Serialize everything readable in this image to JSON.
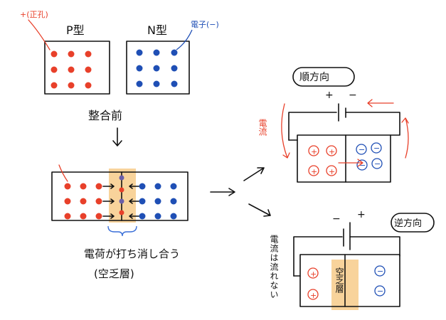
{
  "labels": {
    "hole": "+(正孔)",
    "p_type": "P型",
    "n_type": "N型",
    "electron": "電子(−)",
    "before_junction": "整合前",
    "cancel": "電荷が打ち消し合う",
    "depletion_paren": "(空乏層)",
    "forward": "順方向",
    "reverse": "逆方向",
    "current_short": "電流",
    "no_current": "電流は流れない",
    "depletion_short": "空乏層",
    "plus": "+",
    "minus": "−"
  },
  "colors": {
    "hole": "#e8402a",
    "electron": "#1f4fb5",
    "highlight": "#f6c47a",
    "ink": "#111111"
  }
}
